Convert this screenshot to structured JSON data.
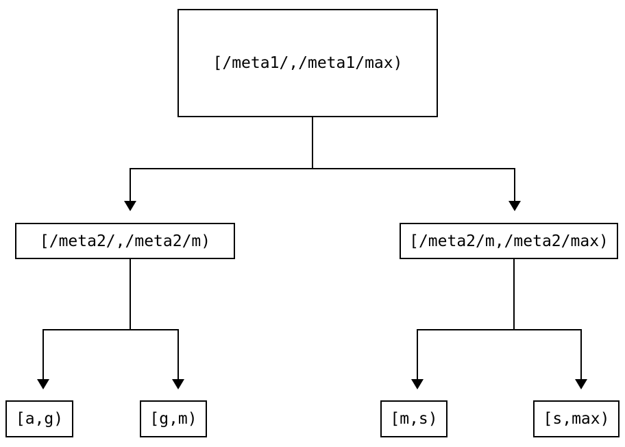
{
  "diagram": {
    "type": "tree",
    "background_color": "#ffffff",
    "line_color": "#000000",
    "nodes": [
      {
        "id": "root",
        "label": "[/meta1/,/meta1/max)"
      },
      {
        "id": "mid-left",
        "label": "[/meta2/,/meta2/m)"
      },
      {
        "id": "mid-right",
        "label": "[/meta2/m,/meta2/max)"
      },
      {
        "id": "leaf-ag",
        "label": "[a,g)"
      },
      {
        "id": "leaf-gm",
        "label": "[g,m)"
      },
      {
        "id": "leaf-ms",
        "label": "[m,s)"
      },
      {
        "id": "leaf-smax",
        "label": "[s,max)"
      }
    ],
    "edges": [
      {
        "from": "root",
        "to": "mid-left"
      },
      {
        "from": "root",
        "to": "mid-right"
      },
      {
        "from": "mid-left",
        "to": "leaf-ag"
      },
      {
        "from": "mid-left",
        "to": "leaf-gm"
      },
      {
        "from": "mid-right",
        "to": "leaf-ms"
      },
      {
        "from": "mid-right",
        "to": "leaf-smax"
      }
    ]
  }
}
